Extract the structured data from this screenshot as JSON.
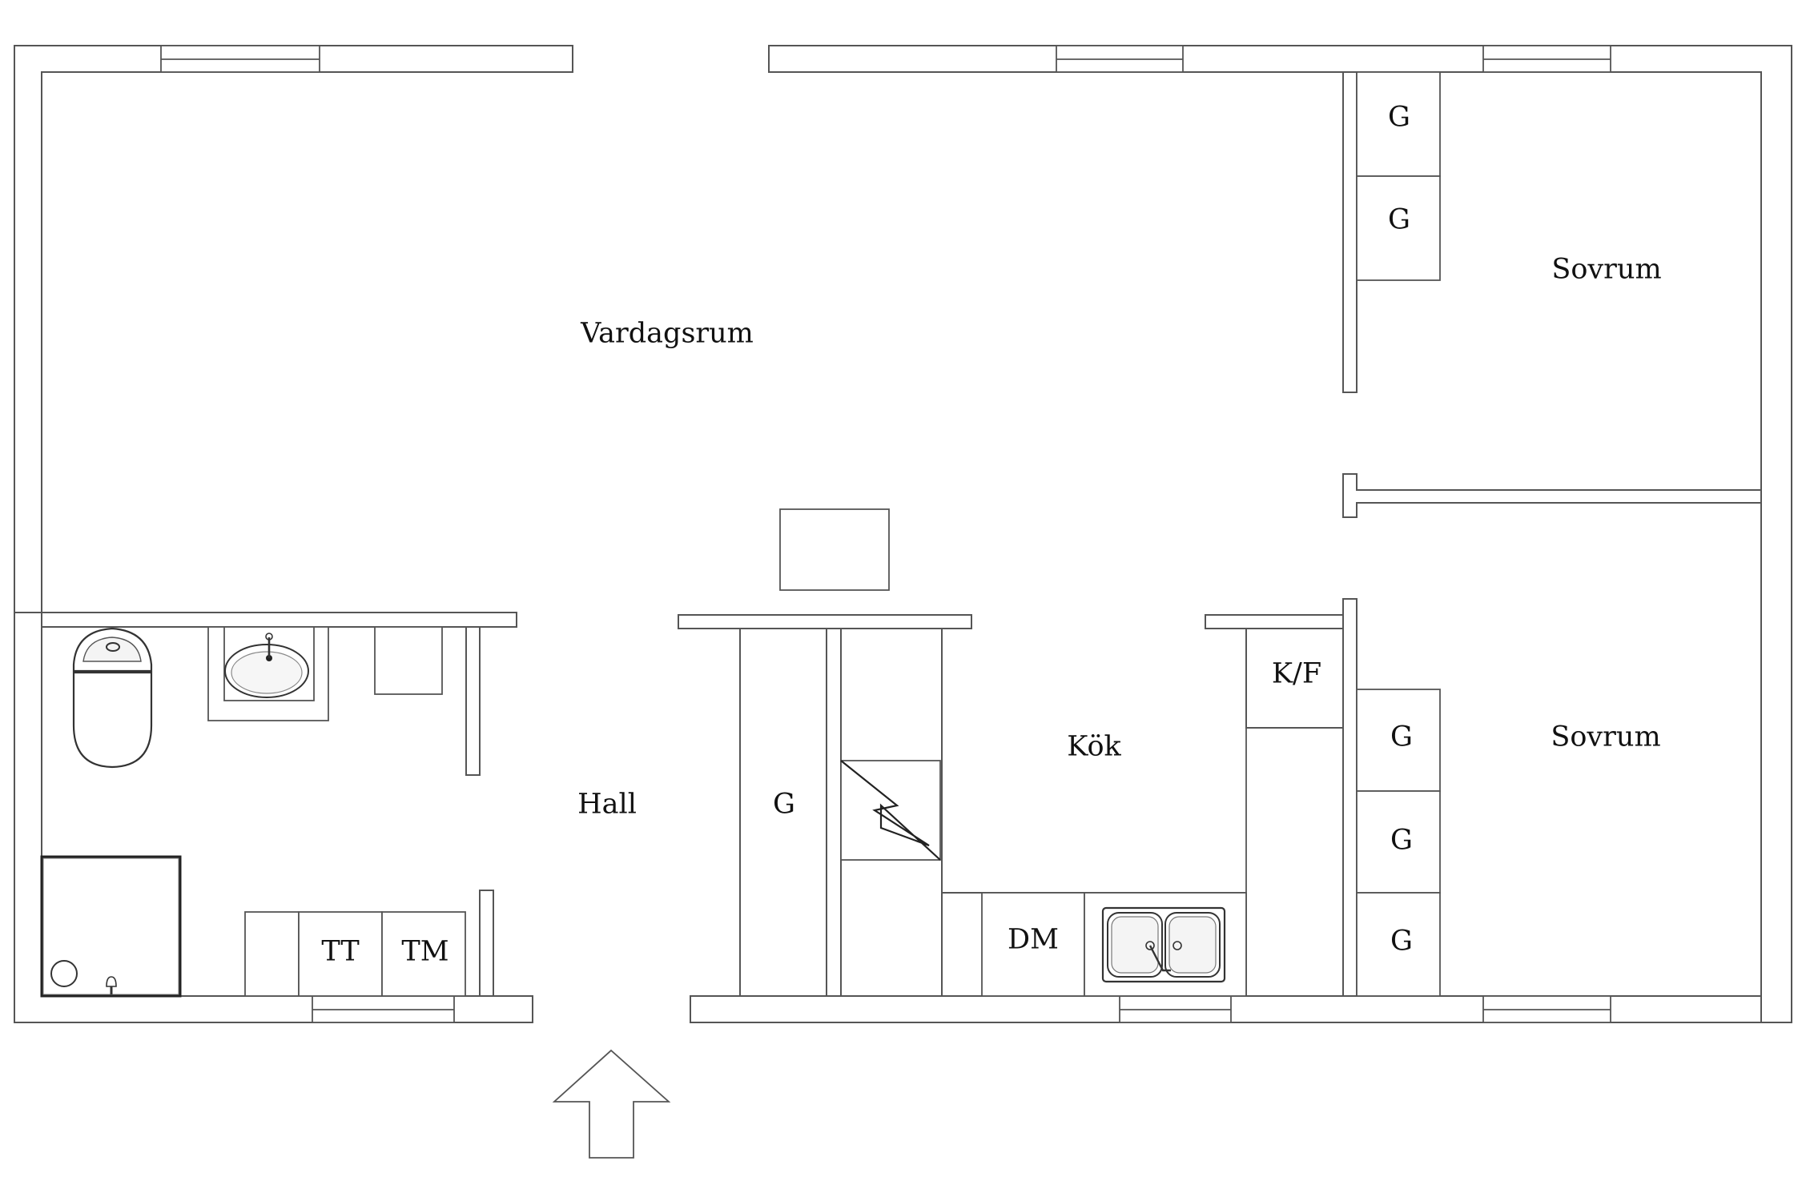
{
  "plan": {
    "rooms": {
      "living": "Vardagsrum",
      "bedroom_1": "Sovrum",
      "bedroom_2": "Sovrum",
      "kitchen": "Kök",
      "hall": "Hall"
    },
    "fixtures": {
      "wardrobe_bed1_a": "G",
      "wardrobe_bed1_b": "G",
      "wardrobe_hall": "G",
      "wardrobe_bed2_a": "G",
      "wardrobe_bed2_b": "G",
      "wardrobe_bed2_c": "G",
      "fridge_freezer": "K/F",
      "dishwasher": "DM",
      "tumble_dryer": "TT",
      "washing_machine": "TM"
    },
    "colors": {
      "wall_line": "#555555",
      "background": "#ffffff",
      "text": "#111111"
    }
  }
}
